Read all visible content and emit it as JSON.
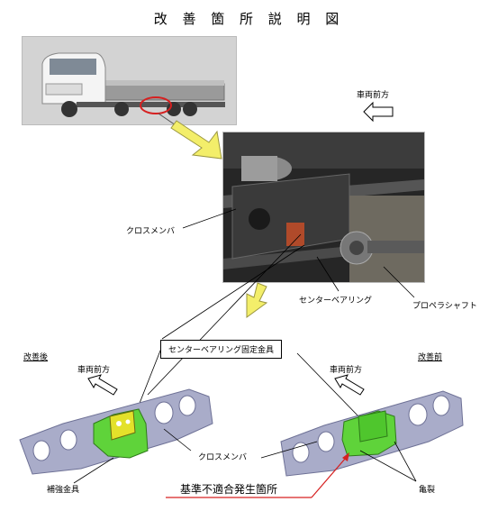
{
  "title": "改 善 箇 所 説 明 図",
  "labels": {
    "front_top": "車両前方",
    "cross_member_photo": "クロスメンバ",
    "center_bearing_photo": "センターベアリング",
    "propeller_shaft": "プロペラシャフト",
    "after": "改善後",
    "before": "改善前",
    "front_left": "車両前方",
    "front_right": "車両前方",
    "fixing_bracket": "センターベアリング固定金具",
    "cross_member_bottom": "クロスメンバ",
    "reinforcement": "補強金具",
    "crack": "亀裂",
    "nonconformity": "基準不適合発生箇所"
  },
  "colors": {
    "frame": "#a9acc9",
    "bracket": "#5fd33a",
    "highlight_red": "#d62020",
    "arrow_yellow": "#f3ee6a"
  }
}
